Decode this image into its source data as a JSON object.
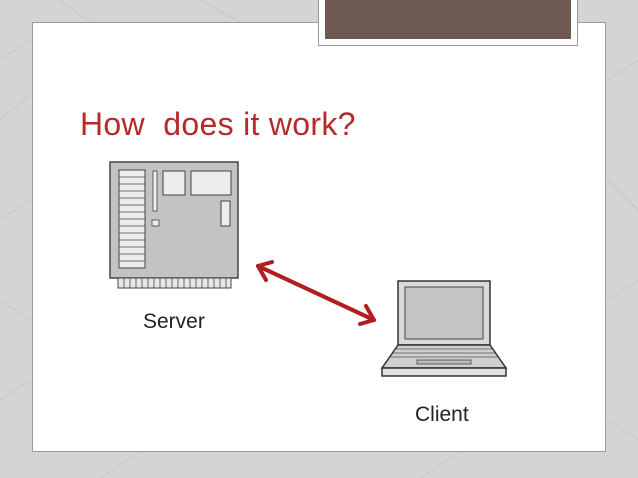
{
  "slide": {
    "title": "How  does it work?"
  },
  "diagram": {
    "nodes": [
      {
        "id": "server",
        "label": "Server",
        "icon": "server-icon"
      },
      {
        "id": "client",
        "label": "Client",
        "icon": "laptop-icon"
      }
    ],
    "edges": [
      {
        "from": "server",
        "to": "client",
        "direction": "bidirectional"
      }
    ]
  },
  "colors": {
    "title": "#b52a2a",
    "arrow": "#b01e1e",
    "header_accent": "#6e5a52",
    "background": "#d4d4d4"
  }
}
